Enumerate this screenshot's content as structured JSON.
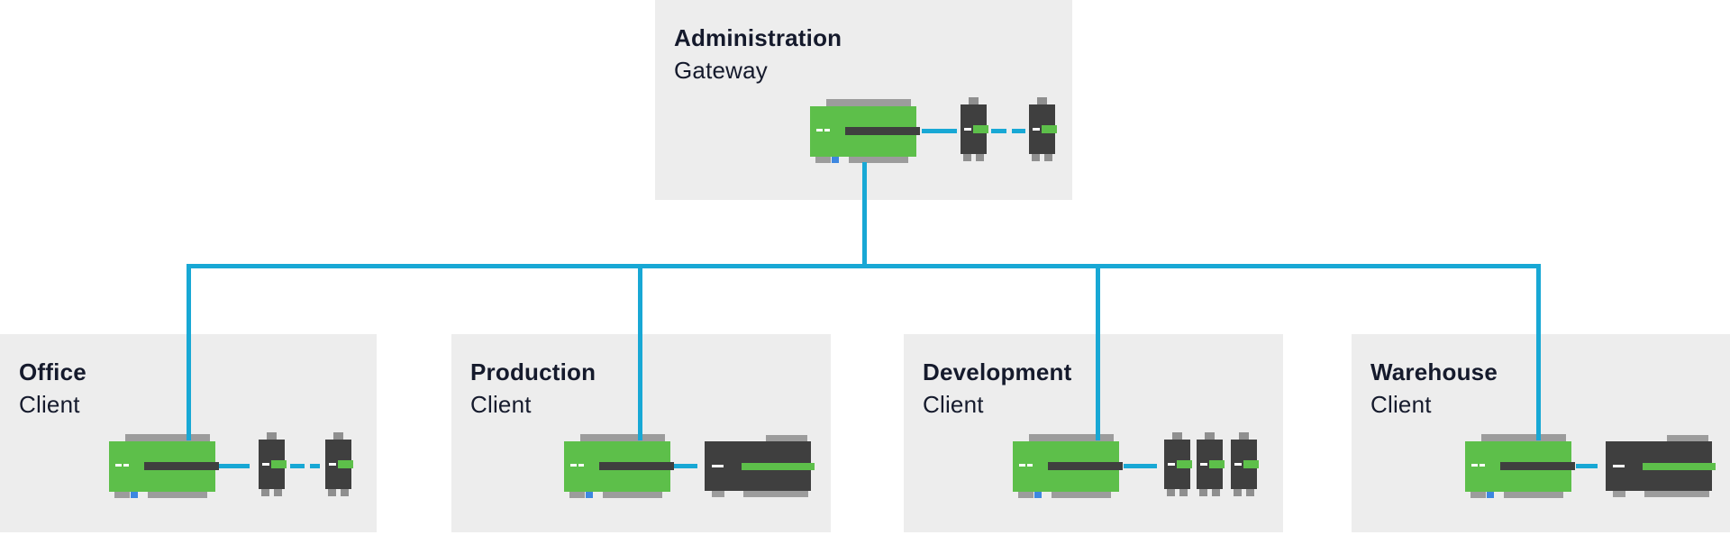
{
  "diagram": {
    "title": "Network topology: one Administration gateway connected to four client stations",
    "colors": {
      "page_bg": "#ffffff",
      "box_bg": "#ededed",
      "text": "#151a2c",
      "line_blue": "#18a8d5",
      "device_green": "#5dbf4a",
      "device_dark": "#3f3f3f",
      "rail_gray": "#9c9c9c",
      "tab_gray": "#8f8f8f",
      "port_blue": "#3d87e0",
      "led_white": "#ffffff"
    },
    "nodes": [
      {
        "id": "administration",
        "title": "Administration",
        "subtitle": "Gateway",
        "sequence": [
          "plc-green",
          "wire-solid",
          "io-module",
          "wire-dashed",
          "io-module"
        ]
      },
      {
        "id": "office",
        "title": "Office",
        "subtitle": "Client",
        "sequence": [
          "plc-green",
          "wire-solid",
          "io-module",
          "wire-dashed",
          "io-module"
        ]
      },
      {
        "id": "production",
        "title": "Production",
        "subtitle": "Client",
        "sequence": [
          "plc-green",
          "wire-solid",
          "controller-dark"
        ]
      },
      {
        "id": "development",
        "title": "Development",
        "subtitle": "Client",
        "sequence": [
          "plc-green",
          "wire-solid",
          "io-module",
          "io-module",
          "io-module"
        ]
      },
      {
        "id": "warehouse",
        "title": "Warehouse",
        "subtitle": "Client",
        "sequence": [
          "plc-green",
          "wire-solid",
          "controller-dark"
        ]
      }
    ],
    "links": [
      {
        "from": "administration",
        "to": "office"
      },
      {
        "from": "administration",
        "to": "production"
      },
      {
        "from": "administration",
        "to": "development"
      },
      {
        "from": "administration",
        "to": "warehouse"
      }
    ]
  }
}
